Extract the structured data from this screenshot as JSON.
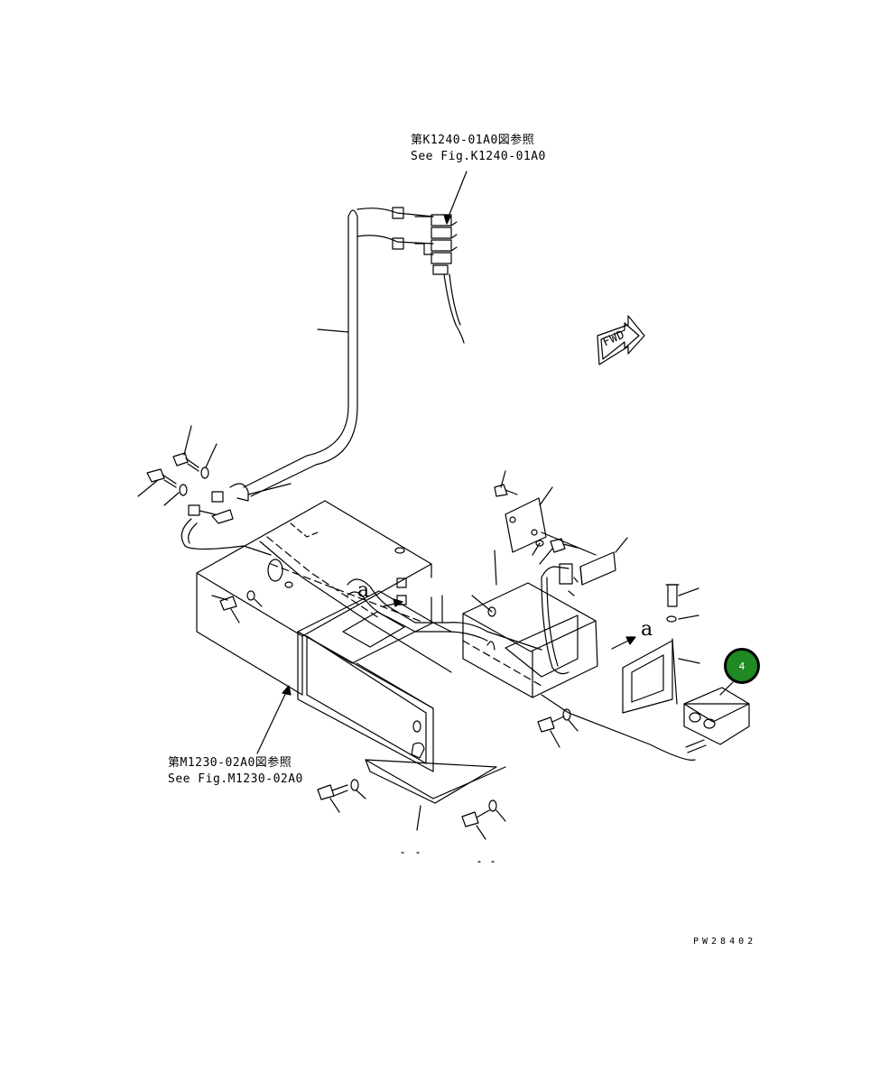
{
  "references": {
    "top_ja": "第K1240-01A0図参照",
    "top_en": "See Fig.K1240-01A0",
    "bottom_ja": "第M1230-02A0図参照",
    "bottom_en": "See Fig.M1230-02A0"
  },
  "direction_label": "FWD",
  "section_marks": [
    "a",
    "a"
  ],
  "callouts": [
    {
      "label": "4",
      "color": "#1f8a22"
    }
  ],
  "drawing_code": "PW28402"
}
